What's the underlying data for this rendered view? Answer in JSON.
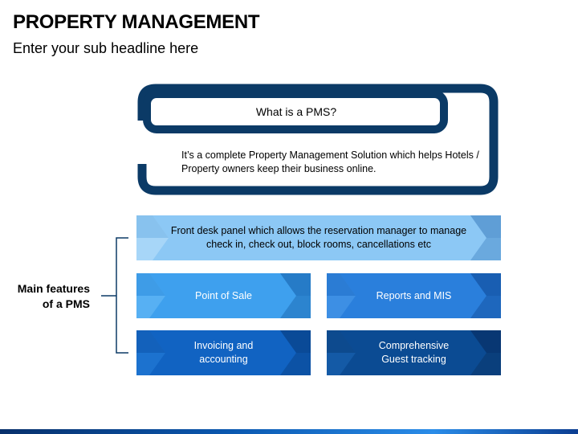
{
  "header": {
    "title": "PROPERTY MANAGEMENT",
    "subtitle": "Enter your sub headline here"
  },
  "pms": {
    "question": "What is a PMS?",
    "description": "It’s a complete Property Management Solution which helps Hotels / Property owners keep their business online."
  },
  "features": {
    "label_line1": "Main features",
    "label_line2": "of a PMS",
    "front_desk": "Front desk panel which allows the reservation manager to manage check in, check out, block rooms, cancellations etc",
    "point_of_sale": "Point of Sale",
    "reports": "Reports and MIS",
    "invoicing_line1": "Invoicing and",
    "invoicing_line2": "accounting",
    "guest_line1": "Comprehensive",
    "guest_line2": "Guest tracking"
  },
  "colors": {
    "frame": "#0b3a66",
    "front_desk": "#8cc8f5",
    "point_of_sale": "#3ea0ee",
    "reports": "#2a7fdc",
    "invoicing": "#1163c2",
    "guest": "#0b4b93"
  }
}
